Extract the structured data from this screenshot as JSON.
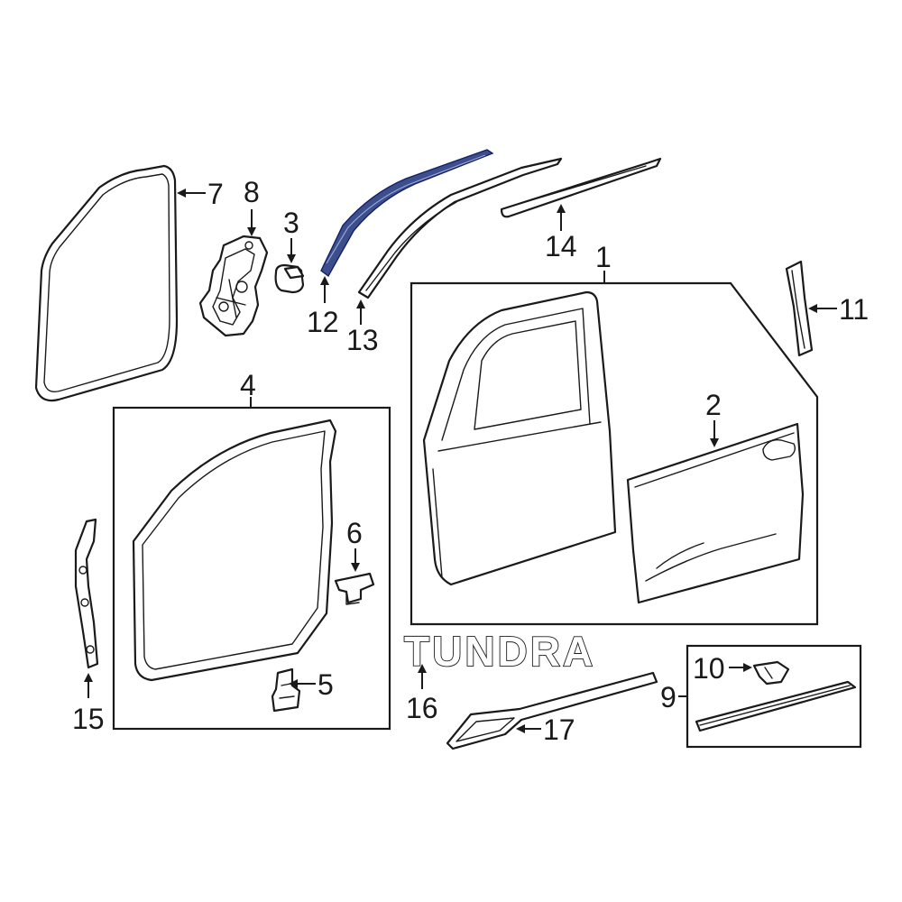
{
  "callouts": {
    "c1": "1",
    "c2": "2",
    "c3": "3",
    "c4": "4",
    "c5": "5",
    "c6": "6",
    "c7": "7",
    "c8": "8",
    "c9": "9",
    "c10": "10",
    "c11": "11",
    "c12": "12",
    "c13": "13",
    "c14": "14",
    "c15": "15",
    "c16": "16",
    "c17": "17"
  },
  "emblem_text": "TUNDRA",
  "colors": {
    "line": "#1a1a1a",
    "highlight_part": "#3c4e8c"
  }
}
